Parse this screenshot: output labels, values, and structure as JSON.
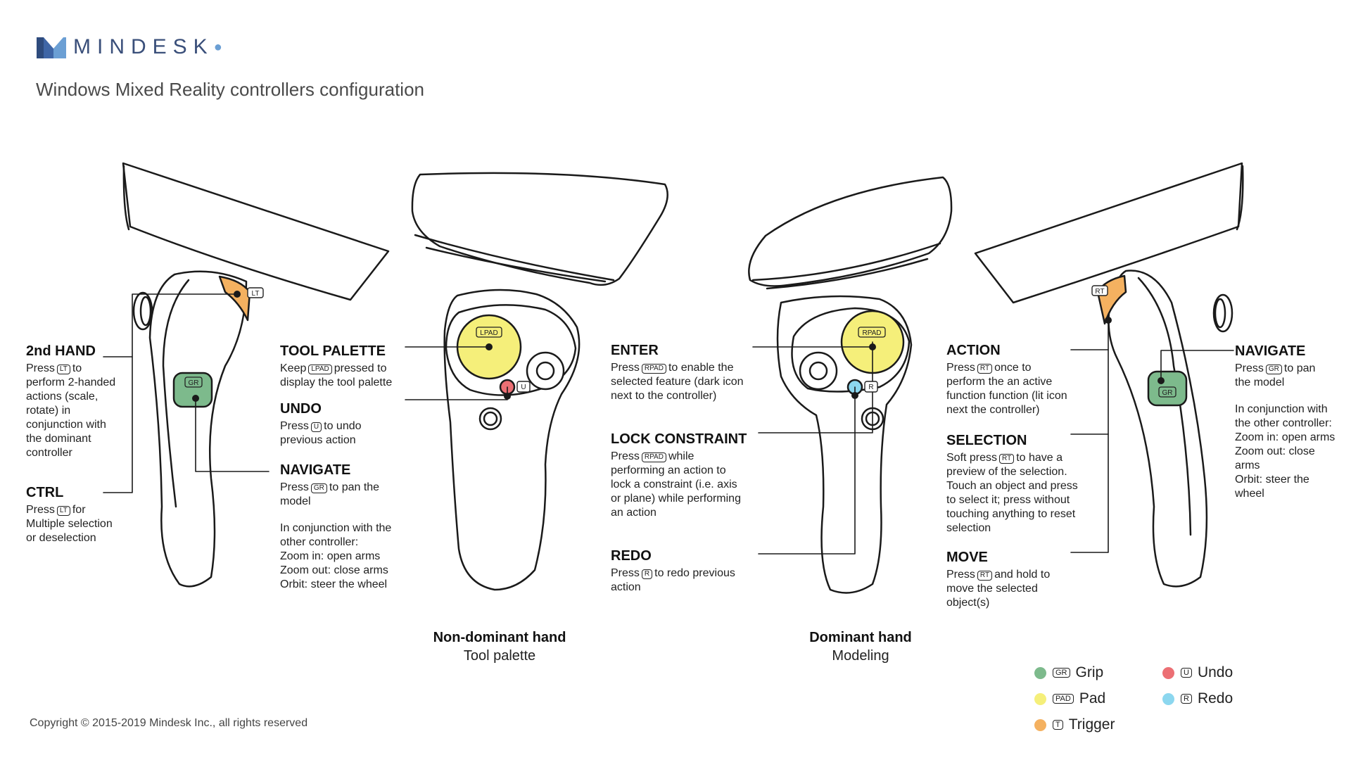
{
  "brand": {
    "name": "MINDESK"
  },
  "subtitle": "Windows Mixed Reality controllers configuration",
  "copyright": "Copyright © 2015-2019 Mindesk Inc., all rights reserved",
  "colors": {
    "grip": "#7dba8c",
    "pad": "#f5ef7a",
    "trigger": "#f4b160",
    "undo": "#ec6f74",
    "redo": "#8cd7ef",
    "line": "#1a1a1a"
  },
  "controller_labels": {
    "lt": "LT",
    "rt": "RT",
    "gr": "GR",
    "lpad": "LPAD",
    "rpad": "RPAD",
    "u": "U",
    "r": "R"
  },
  "left_panel": {
    "hand2": {
      "title": "2nd HAND",
      "l1a": "Press",
      "k1": "LT",
      "l1b": "to",
      "l2": "perform 2-handed",
      "l3": "actions (scale,",
      "l4": "rotate) in",
      "l5": "conjunction with",
      "l6": "the dominant",
      "l7": "controller"
    },
    "ctrl": {
      "title": "CTRL",
      "l1a": "Press",
      "k1": "LT",
      "l1b": "for",
      "l2": "Multiple selection",
      "l3": "or deselection"
    }
  },
  "nondominant": {
    "tool_palette": {
      "title": "TOOL PALETTE",
      "l1a": "Keep",
      "k1": "LPAD",
      "l1b": "pressed to",
      "l2": "display the tool palette"
    },
    "undo": {
      "title": "UNDO",
      "l1a": "Press",
      "k1": "U",
      "l1b": "to undo",
      "l2": "previous action"
    },
    "navigate": {
      "title": "NAVIGATE",
      "l1a": "Press",
      "k1": "GR",
      "l1b": "to pan the",
      "l2": "model",
      "l3": "In conjunction with the",
      "l4": "other controller:",
      "l5": "Zoom in: open arms",
      "l6": "Zoom out: close arms",
      "l7": "Orbit: steer the wheel"
    }
  },
  "dominant": {
    "enter": {
      "title": "ENTER",
      "l1a": "Press",
      "k1": "RPAD",
      "l1b": "to enable the",
      "l2": "selected feature (dark icon",
      "l3": "next to the controller)"
    },
    "lock": {
      "title": "LOCK CONSTRAINT",
      "l1a": "Press",
      "k1": "RPAD",
      "l1b": "while",
      "l2": "performing an action to",
      "l3": "lock a constraint (i.e. axis",
      "l4": "or plane) while performing",
      "l5": "an action"
    },
    "redo": {
      "title": "REDO",
      "l1a": "Press",
      "k1": "R",
      "l1b": "to redo previous",
      "l2": "action"
    }
  },
  "right_panel": {
    "action": {
      "title": "ACTION",
      "l1a": "Press",
      "k1": "RT",
      "l1b": "once to",
      "l2": "perform the an active",
      "l3": "function function (lit icon",
      "l4": "next the controller)"
    },
    "selection": {
      "title": "SELECTION",
      "l1a": "Soft press",
      "k1": "RT",
      "l1b": "to have a",
      "l2": "preview of the selection.",
      "l3": "Touch an object and press",
      "l4": "to select it;  press without",
      "l5": "touching anything to reset",
      "l6": "selection"
    },
    "move": {
      "title": "MOVE",
      "l1a": "Press",
      "k1": "RT",
      "l1b": "and hold to",
      "l2": "move the selected",
      "l3": "object(s)"
    },
    "navigate": {
      "title": "NAVIGATE",
      "l1a": "Press",
      "k1": "GR",
      "l1b": "to pan",
      "l2": "the model",
      "l3": "In conjunction with",
      "l4": "the other controller:",
      "l5": "Zoom in: open arms",
      "l6": "Zoom out: close",
      "l7": "arms",
      "l8": "Orbit: steer the",
      "l9": "wheel"
    }
  },
  "captions": {
    "nondominant": {
      "title": "Non-dominant hand",
      "sub": "Tool palette"
    },
    "dominant": {
      "title": "Dominant hand",
      "sub": "Modeling"
    }
  },
  "legend": [
    {
      "key": "GR",
      "label": "Grip",
      "color": "#7dba8c"
    },
    {
      "key": "PAD",
      "label": "Pad",
      "color": "#f5ef7a"
    },
    {
      "key": "T",
      "label": "Trigger",
      "color": "#f4b160"
    },
    {
      "key": "U",
      "label": "Undo",
      "color": "#ec6f74"
    },
    {
      "key": "R",
      "label": "Redo",
      "color": "#8cd7ef"
    }
  ]
}
